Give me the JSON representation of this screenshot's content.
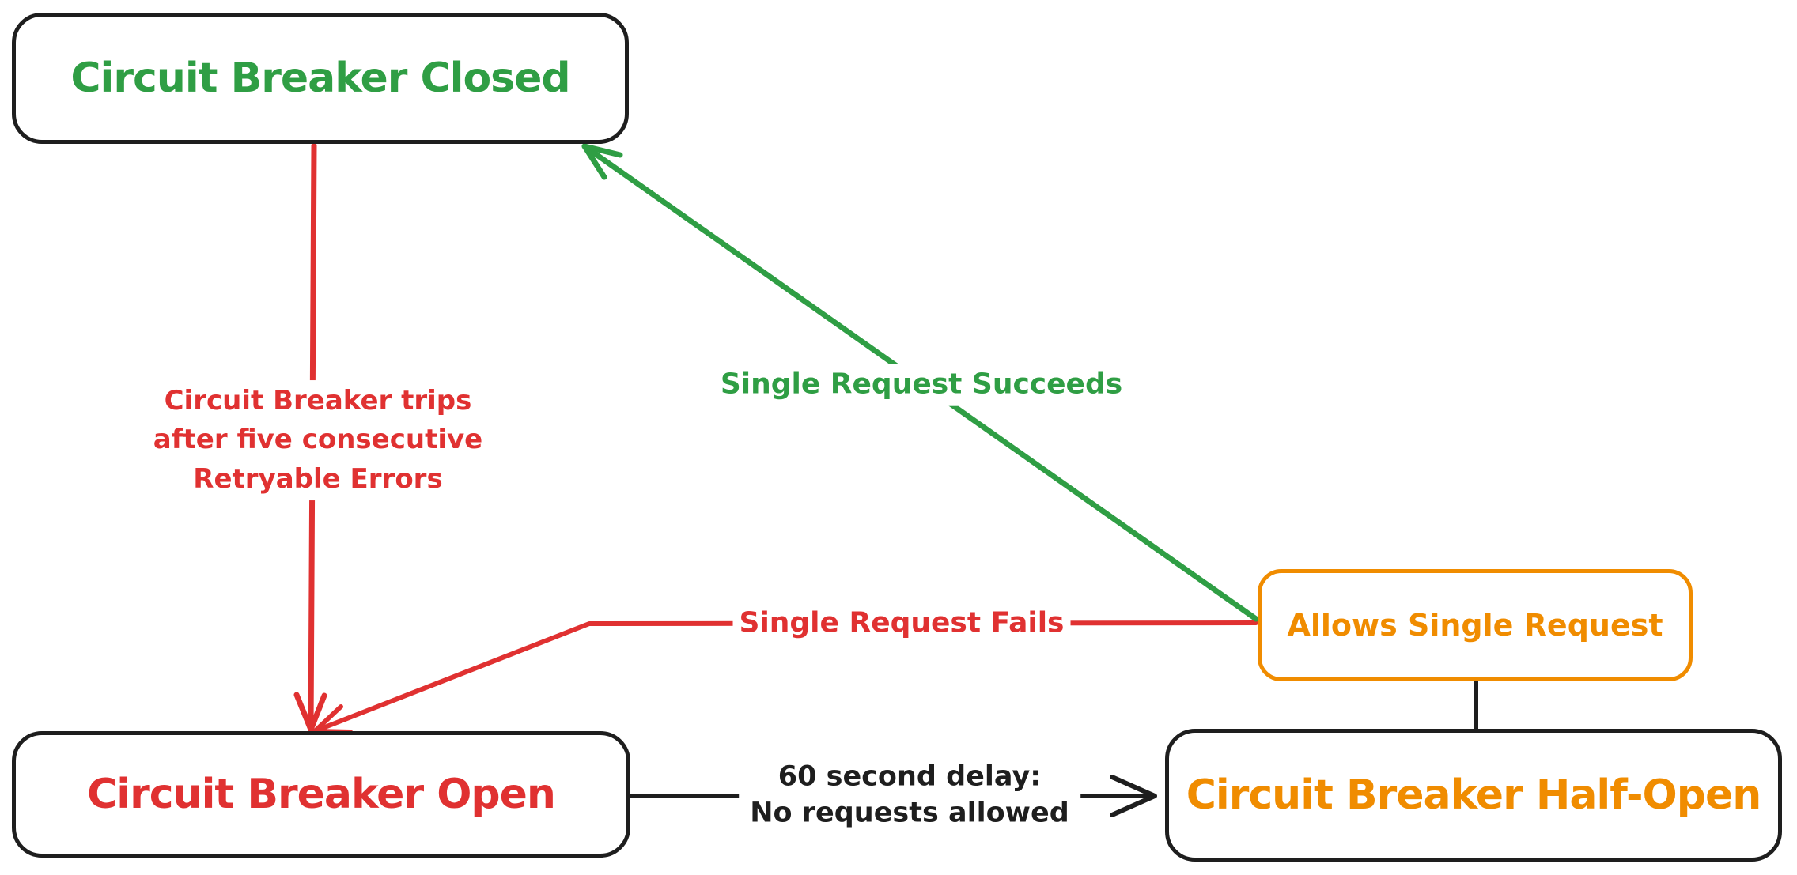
{
  "diagram": {
    "type": "state-diagram",
    "subject": "circuit-breaker",
    "colors": {
      "green": "#2f9e44",
      "red": "#e03131",
      "orange": "#f08c00",
      "black": "#1e1e1e",
      "background": "#ffffff"
    },
    "nodes": [
      {
        "id": "closed",
        "label": "Circuit Breaker Closed",
        "text_color": "#2f9e44",
        "border_color": "#1e1e1e"
      },
      {
        "id": "open",
        "label": "Circuit Breaker Open",
        "text_color": "#e03131",
        "border_color": "#1e1e1e"
      },
      {
        "id": "half-open",
        "label": "Circuit Breaker Half-Open",
        "text_color": "#f08c00",
        "border_color": "#1e1e1e"
      },
      {
        "id": "allows-single-request",
        "label": "Allows Single Request",
        "text_color": "#f08c00",
        "border_color": "#f08c00"
      }
    ],
    "edges": [
      {
        "id": "trips",
        "from": "closed",
        "to": "open",
        "color": "#e03131",
        "label": "Circuit Breaker trips\nafter five consecutive\nRetryable Errors"
      },
      {
        "id": "succeeds",
        "from": "allows-single-request",
        "to": "closed",
        "color": "#2f9e44",
        "label": "Single Request Succeeds"
      },
      {
        "id": "fails",
        "from": "allows-single-request",
        "to": "open",
        "color": "#e03131",
        "label": "Single Request Fails"
      },
      {
        "id": "delay",
        "from": "open",
        "to": "half-open",
        "color": "#1e1e1e",
        "label": "60 second delay:\nNo requests allowed"
      },
      {
        "id": "half-open-connector",
        "from": "half-open",
        "to": "allows-single-request",
        "color": "#1e1e1e",
        "label": ""
      }
    ]
  }
}
